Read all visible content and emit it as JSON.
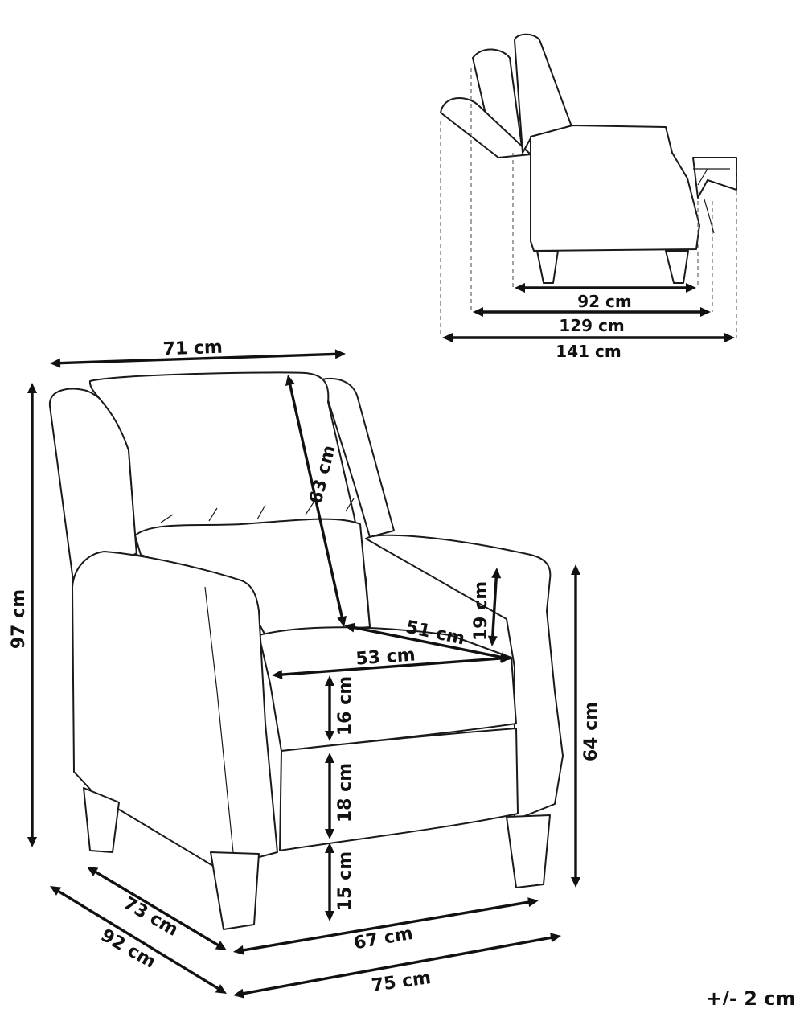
{
  "dimensions": {
    "side_seat_depth": "92 cm",
    "side_reclined_depth": "129 cm",
    "side_full_depth": "141 cm",
    "total_width": "71 cm",
    "backrest_height": "63 cm",
    "total_height": "97 cm",
    "armrest_height_above_seat": "19 cm",
    "seat_depth": "51 cm",
    "seat_width": "53 cm",
    "seat_cushion_height": "16 cm",
    "front_panel_height": "18 cm",
    "leg_height": "15 cm",
    "armrest_height": "64 cm",
    "depth_73": "73 cm",
    "depth_92": "92 cm",
    "width_67": "67 cm",
    "width_75": "75 cm"
  },
  "tolerance": "+/- 2 cm"
}
